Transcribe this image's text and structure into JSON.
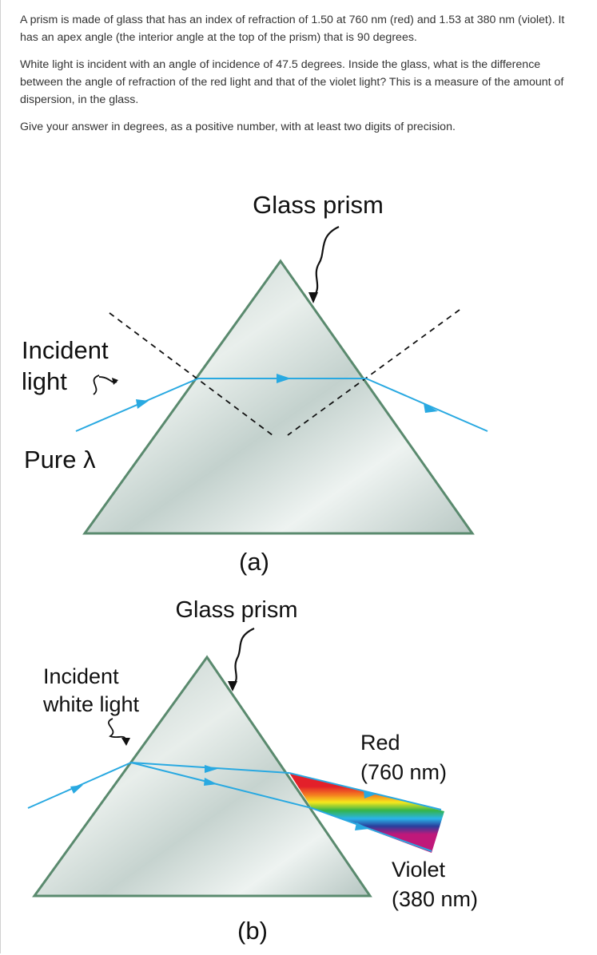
{
  "question": {
    "p1": "A prism is made of glass that has an index of refraction of 1.50 at 760 nm (red) and 1.53 at 380 nm (violet). It has an apex angle (the interior angle at the top of the prism) that is 90 degrees.",
    "p2": "White light is incident with an angle of incidence of 47.5 degrees. Inside the glass, what is the difference between the angle of refraction of the red light and that of the violet light? This is a measure of the amount of dispersion, in the glass.",
    "p3": "Give your answer in degrees, as a positive number, with at least two digits of precision."
  },
  "figure_a": {
    "title": "Glass prism",
    "incident_line1": "Incident",
    "incident_line2": "light",
    "pure": "Pure λ",
    "caption": "(a)"
  },
  "figure_b": {
    "title": "Glass prism",
    "incident_line1": "Incident",
    "incident_line2": "white light",
    "red_line1": "Red",
    "red_line2": "(760 nm)",
    "violet_line1": "Violet",
    "violet_line2": "(380 nm)",
    "caption": "(b)"
  },
  "colors": {
    "ray": "#29a9e1",
    "prism_edge": "#5a8a6e",
    "glass_light": "#eef3f1",
    "glass_dark": "#b5c5c1"
  }
}
